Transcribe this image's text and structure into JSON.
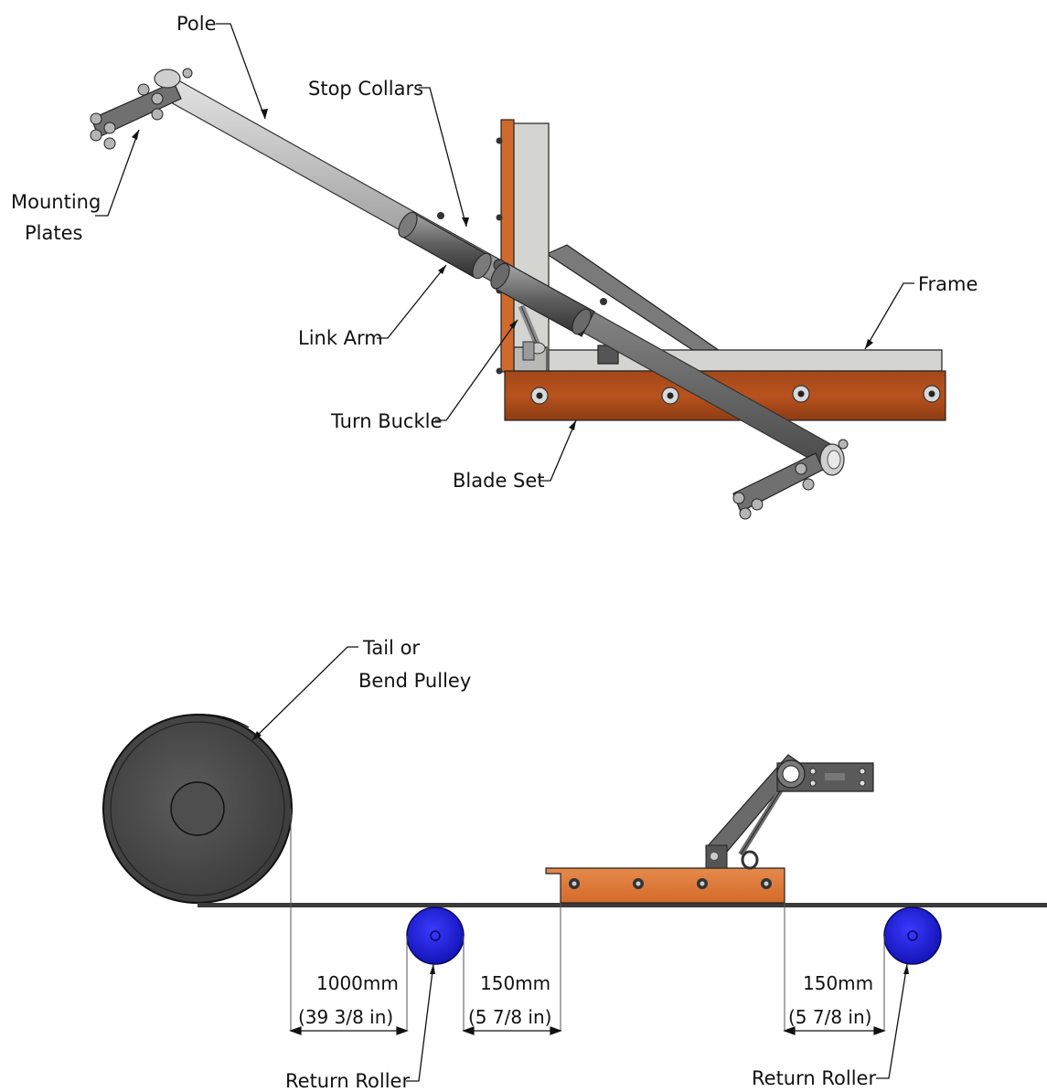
{
  "colors": {
    "orange": "#c8581e",
    "orange_light": "#e07a3c",
    "steel": "#8d8d8d",
    "steel_dark": "#5a5a5a",
    "frame_grey": "#d4d4d0",
    "pulley": "#4a4a4a",
    "roller": "#1f1fd0"
  },
  "labels": {
    "pole": "Pole",
    "stop_collars": "Stop Collars",
    "mounting_plates_1": "Mounting",
    "mounting_plates_2": "Plates",
    "frame": "Frame",
    "link_arm": "Link Arm",
    "turn_buckle": "Turn Buckle",
    "blade_set": "Blade Set",
    "tail_pulley_1": "Tail or",
    "tail_pulley_2": "Bend Pulley",
    "return_roller_left": "Return Roller",
    "return_roller_right": "Return Roller"
  },
  "dimensions": [
    {
      "metric": "1000mm",
      "imperial": "(39 3/8 in)"
    },
    {
      "metric": "150mm",
      "imperial": "(5 7/8 in)"
    },
    {
      "metric": "150mm",
      "imperial": "(5 7/8 in)"
    }
  ]
}
